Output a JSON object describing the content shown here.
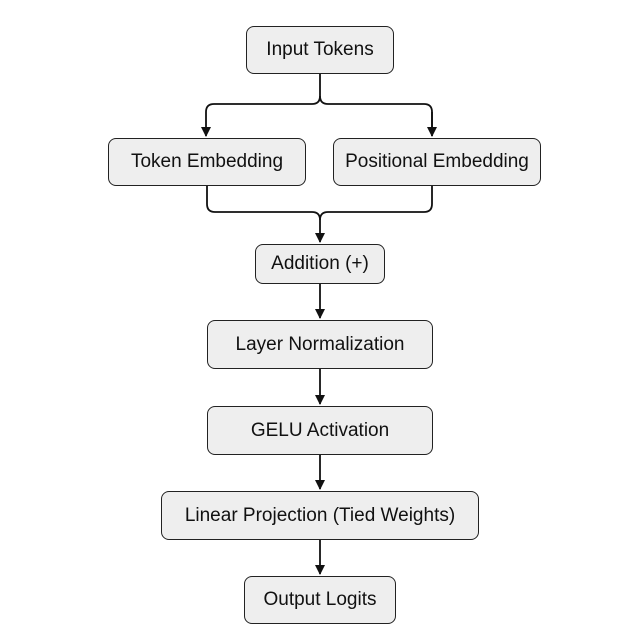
{
  "diagram": {
    "nodes": {
      "input_tokens": "Input Tokens",
      "token_embedding": "Token Embedding",
      "positional_embedding": "Positional Embedding",
      "addition": "Addition (+)",
      "layer_normalization": "Layer Normalization",
      "gelu_activation": "GELU Activation",
      "linear_projection": "Linear Projection (Tied Weights)",
      "output_logits": "Output Logits"
    },
    "colors": {
      "node_fill": "#eeeeee",
      "node_border": "#222222",
      "edge": "#111111",
      "background": "#ffffff"
    }
  }
}
